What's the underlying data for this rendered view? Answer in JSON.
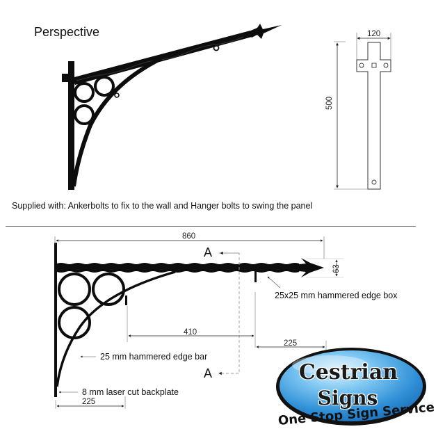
{
  "perspective": {
    "title": "Perspective"
  },
  "backplate_drawing": {
    "width_dim": "120",
    "height_dim": "500"
  },
  "supplied_note": "Supplied with: Ankerbolts to fix to the wall and Hanger bolts to swing the panel",
  "elevation": {
    "overall_length": "860",
    "finial_height": "63",
    "section_marker_top": "A",
    "section_marker_bottom": "A",
    "box_callout": "25x25 mm hammered edge box",
    "bar_callout": "25 mm hammered edge bar",
    "backplate_callout": "8 mm laser cut backplate",
    "hanger_spacing": "410",
    "tip_to_hanger": "225",
    "base_offset": "225"
  },
  "logo": {
    "line1": "Cestrian",
    "line2": "Signs",
    "tagline": "One Stop Sign Service",
    "colors": {
      "oval_fill": "#3a9ee0",
      "oval_highlight": "#bfe4fa",
      "oval_border": "#111111"
    }
  }
}
